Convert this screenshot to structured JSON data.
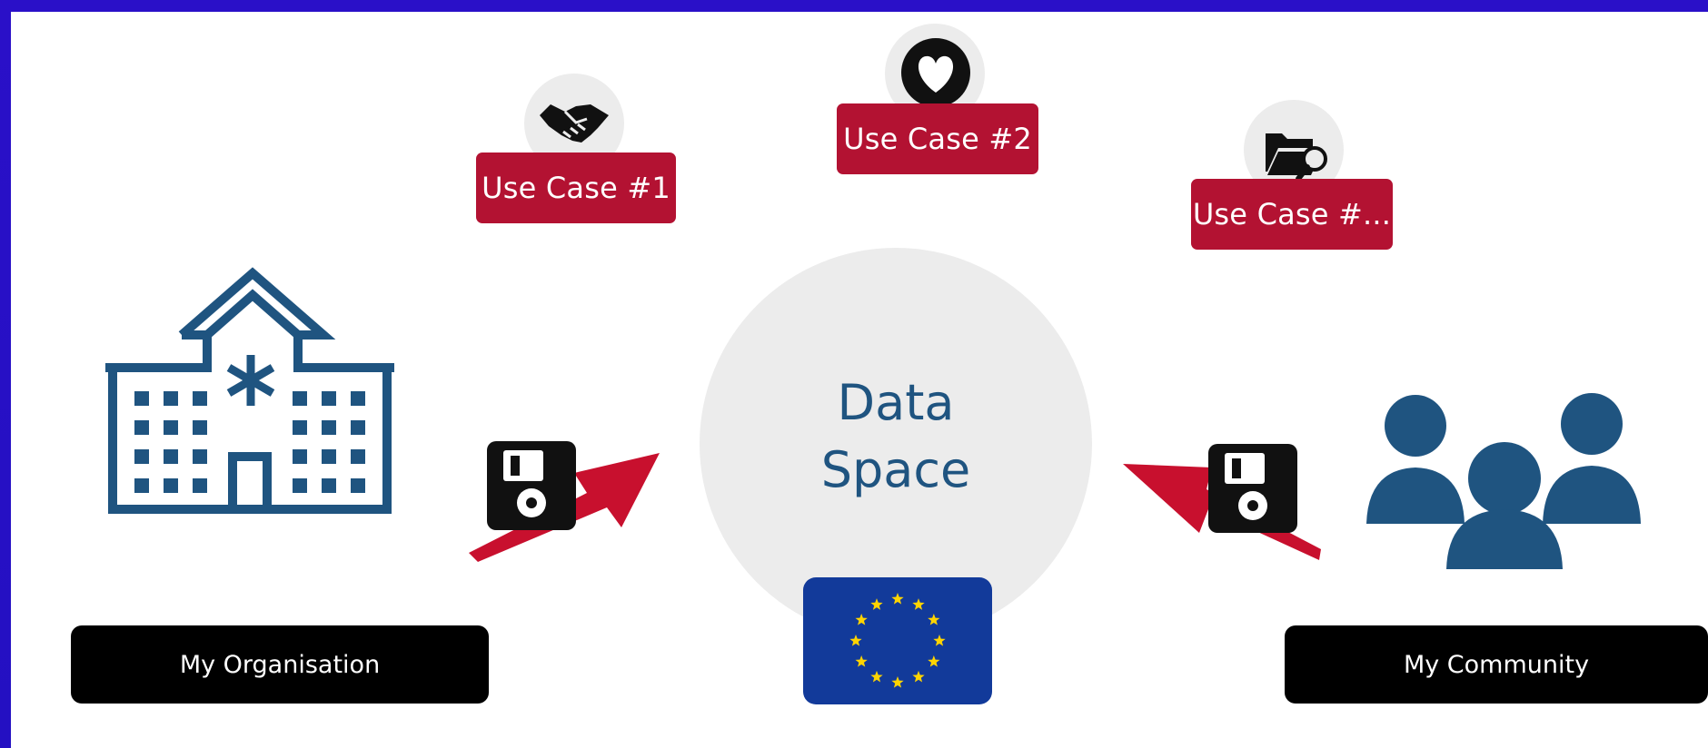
{
  "use_cases": [
    {
      "label": "Use Case #1",
      "icon": "handshake-icon"
    },
    {
      "label": "Use Case #2",
      "icon": "heart-icon"
    },
    {
      "label": "Use Case #...",
      "icon": "folder-search-icon"
    }
  ],
  "center": {
    "line1": "Data",
    "line2": "Space",
    "badge_icon": "eu-flag-icon"
  },
  "left": {
    "caption": "My Organisation",
    "icon": "hospital-building-icon",
    "transfer_icon": "floppy-disk-icon"
  },
  "right": {
    "caption": "My Community",
    "icon": "people-group-icon",
    "transfer_icon": "floppy-disk-icon"
  },
  "colors": {
    "frame": "#2a10c8",
    "accent_red": "#b31232",
    "arrow_red": "#c8102e",
    "navy": "#1f5480",
    "bubble_gray": "#ececec",
    "eu_blue": "#123a9a",
    "eu_star": "#ffd400"
  }
}
